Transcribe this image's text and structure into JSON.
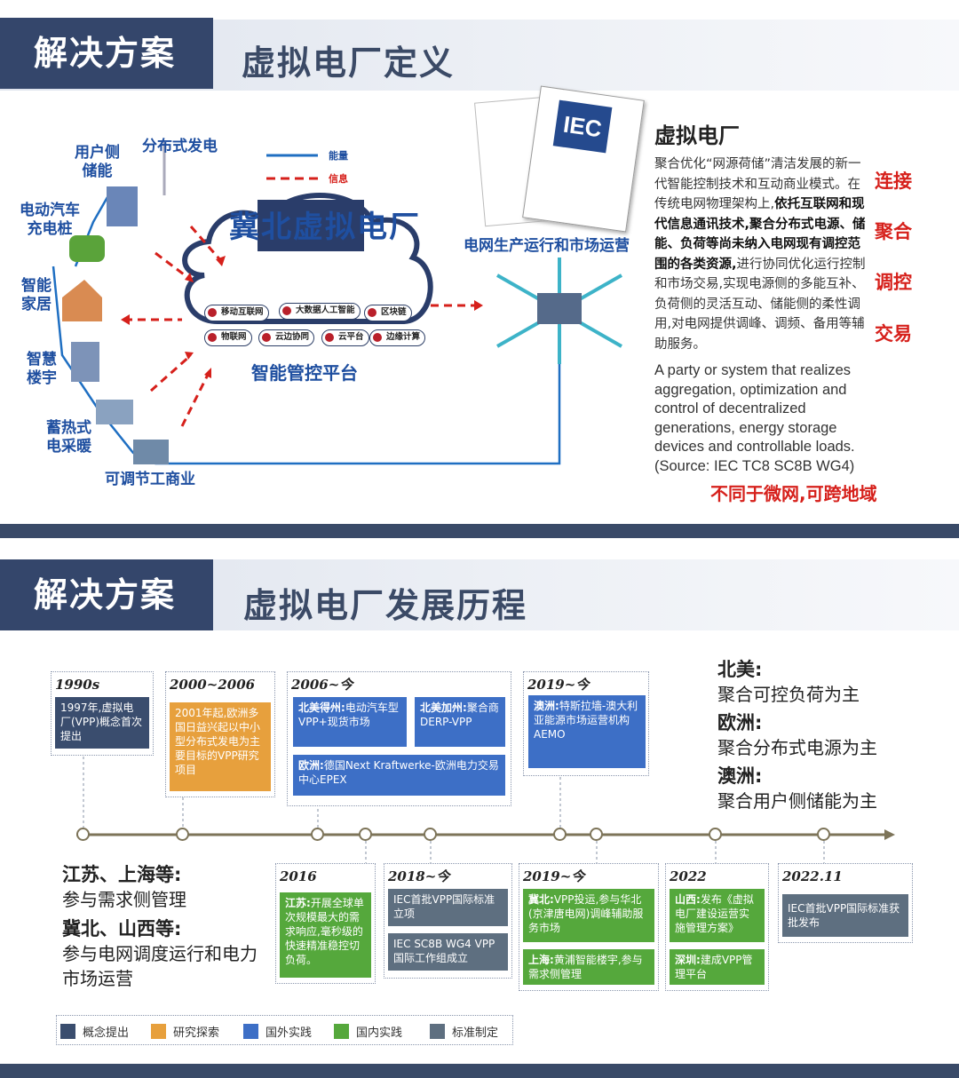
{
  "slide1": {
    "header_left": "解决方案",
    "header_title": "虚拟电厂定义",
    "legend_energy": "能量",
    "legend_info": "信息",
    "center_title": "冀北虚拟电厂",
    "platform_label": "智能管控平台",
    "cloud_pills": [
      "移动互联网",
      "大数据人工智能",
      "区块链",
      "物联网",
      "云边协同",
      "云平台",
      "边缘计算"
    ],
    "nodes": {
      "user_storage": "用户侧\n储能",
      "distributed_gen": "分布式发电",
      "ev_charging": "电动汽车\n充电桩",
      "smart_home": "智能\n家居",
      "smart_building": "智慧\n楼宇",
      "heat_storage": "蓄热式\n电采暖",
      "adjustable_commercial": "可调节工商业"
    },
    "iec_logo": "IEC",
    "grid_label": "电网生产运行和市场运营",
    "def_title": "虚拟电厂",
    "def_cn_1": "聚合优化“网源荷储”清洁发展的新一代智能控制技术和互动商业模式。在传统电网物理架构上,",
    "def_cn_bold": "依托互联网和现代信息通讯技术,聚合分布式电源、储能、负荷等尚未纳入电网现有调控范围的各类资源,",
    "def_cn_2": "进行协同优化运行控制和市场交易,实现电源侧的多能互补、负荷侧的灵活互动、储能侧的柔性调用,对电网提供调峰、调频、备用等辅助服务。",
    "side_labels": [
      "连接",
      "聚合",
      "调控",
      "交易"
    ],
    "def_en": "A party or system that realizes aggregation, optimization and control of decentralized generations, energy storage devices and controllable loads.(Source: IEC TC8 SC8B WG4)",
    "def_note": "不同于微网,可跨地域"
  },
  "slide2": {
    "header_left": "解决方案",
    "header_title": "虚拟电厂发展历程",
    "top_boxes": [
      {
        "year": "1990s",
        "cards": [
          "1997年,虚拟电厂(VPP)概念首次提出"
        ]
      },
      {
        "year": "2000~2006",
        "cards": [
          "2001年起,欧洲多国日益兴起以中小型分布式发电为主要目标的VPP研究项目"
        ]
      },
      {
        "year": "2006~今",
        "cards": [
          {
            "bold": "北美得州:",
            "text": "电动汽车型VPP+现货市场"
          },
          {
            "bold": "北美加州:",
            "text": "聚合商DERP-VPP"
          },
          {
            "bold": "欧洲:",
            "text": "德国Next Kraftwerke-欧洲电力交易中心EPEX"
          }
        ]
      },
      {
        "year": "2019~今",
        "cards": [
          {
            "bold": "澳洲:",
            "text": "特斯拉墙-澳大利亚能源市场运营机构 AEMO"
          }
        ]
      }
    ],
    "bottom_boxes": [
      {
        "year": "2016",
        "cards": [
          {
            "bold": "江苏:",
            "text": "开展全球单次规模最大的需求响应,毫秒级的快速精准稳控切负荷。"
          }
        ]
      },
      {
        "year": "2018~今",
        "cards": [
          "IEC首批VPP国际标准立项",
          "IEC SC8B WG4 VPP国际工作组成立"
        ]
      },
      {
        "year": "2019~今",
        "cards": [
          {
            "bold": "冀北:",
            "text": "VPP投运,参与华北(京津唐电网)调峰辅助服务市场"
          },
          {
            "bold": "上海:",
            "text": "黄浦智能楼宇,参与需求侧管理"
          }
        ]
      },
      {
        "year": "2022",
        "cards": [
          {
            "bold": "山西:",
            "text": "发布《虚拟电厂建设运营实施管理方案》"
          },
          {
            "bold": "深圳:",
            "text": "建成VPP管理平台"
          }
        ]
      },
      {
        "year": "2022.11",
        "cards": [
          "IEC首批VPP国际标准获批发布"
        ]
      }
    ],
    "right_regions": [
      {
        "name": "北美:",
        "desc": "聚合可控负荷为主"
      },
      {
        "name": "欧洲:",
        "desc": "聚合分布式电源为主"
      },
      {
        "name": "澳洲:",
        "desc": "聚合用户侧储能为主"
      }
    ],
    "left_regions": [
      {
        "name": "江苏、上海等:",
        "desc": "参与需求侧管理"
      },
      {
        "name": "冀北、山西等:",
        "desc": "参与电网调度运行和电力市场运营"
      }
    ],
    "legend": [
      {
        "label": "概念提出",
        "color": "#3a4d6e"
      },
      {
        "label": "研究探索",
        "color": "#e7a03d"
      },
      {
        "label": "国外实践",
        "color": "#3d6fc6"
      },
      {
        "label": "国内实践",
        "color": "#55a83c"
      },
      {
        "label": "标准制定",
        "color": "#5e6f80"
      }
    ]
  }
}
